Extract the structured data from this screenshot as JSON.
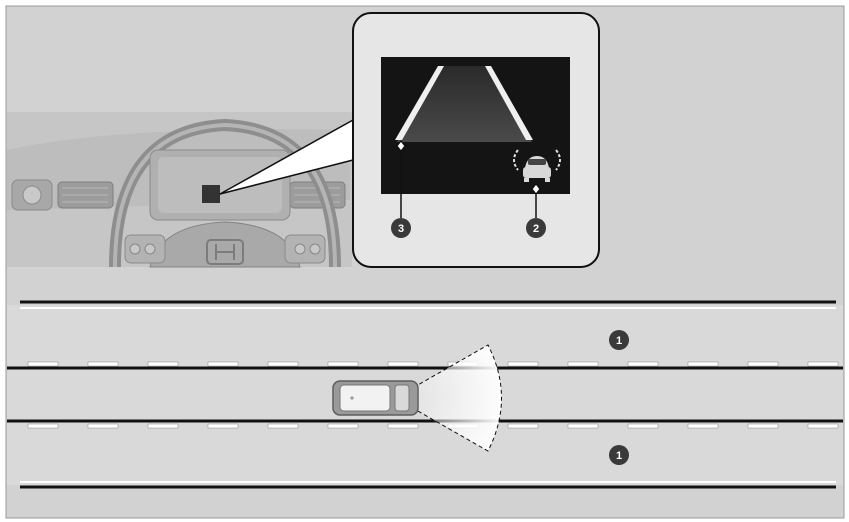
{
  "callouts": {
    "lane_departure_marker": "3",
    "vehicle_indicator_marker": "2",
    "adjacent_lane_upper_marker": "1",
    "adjacent_lane_lower_marker": "1"
  },
  "icons": {
    "steering_wheel_logo": "honda-h-logo-icon",
    "vehicle": "car-top-view-icon",
    "display_car": "car-rear-view-icon"
  },
  "colors": {
    "background": "#d3d3d3",
    "road": "#d8d8d8",
    "line": "#111111",
    "display": "#141414",
    "callout": "#3a3a3a"
  }
}
